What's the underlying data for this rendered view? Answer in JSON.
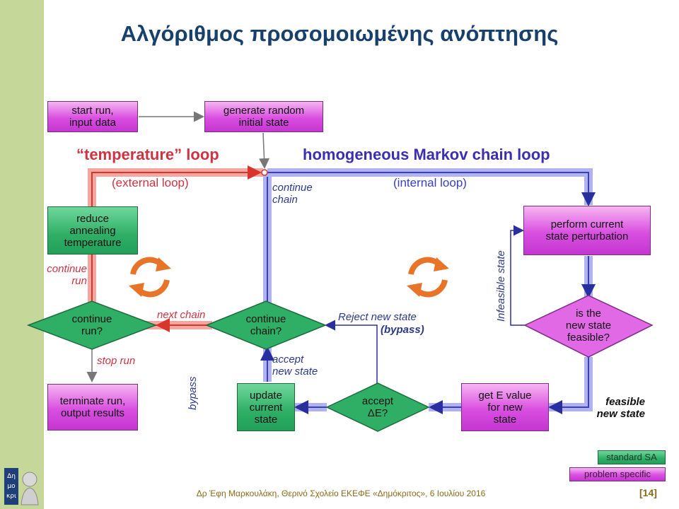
{
  "title": "Αλγόριθμος προσομοιωμένης ανόπτησης",
  "boxes": {
    "start_run": "start run,\ninput data",
    "generate_random": "generate random\ninitial state",
    "reduce_temp": "reduce\nannealing\ntemperature",
    "perturbation": "perform current\nstate perturbation",
    "terminate": "terminate run,\noutput results",
    "update_state": "update\ncurrent\nstate",
    "get_e": "get E value\nfor new\nstate"
  },
  "diamonds": {
    "continue_run": "continue\nrun?",
    "continue_chain": "continue\nchain?",
    "feasible": "is the\nnew state\nfeasible?",
    "accept": "accept\nΔE?"
  },
  "labels": {
    "temperature_loop": "“temperature” loop",
    "external_loop": "(external loop)",
    "markov_loop": "homogeneous Markov chain loop",
    "internal_loop": "(internal loop)",
    "continue_chain_top": "continue\nchain",
    "continue_run_side": "continue\nrun",
    "next_chain": "next chain",
    "stop_run": "stop run",
    "reject_new_state": "Reject new state",
    "bypass_paren": "(bypass)",
    "accept_new_state": "accept\nnew state",
    "bypass_vertical": "bypass",
    "infeasible_state": "Infeasible state",
    "feasible_new_state": "feasible\nnew state"
  },
  "legend": {
    "standard": "standard SA",
    "problem": "problem specific"
  },
  "footer": "Δρ Έφη Μαρκουλάκη, Θερινό Σχολείο ΕΚΕΦΕ «Δημόκριτος», 6 Ιουλίου 2016",
  "slide_number": "[14]",
  "colors": {
    "red_loop": "#e8473f",
    "blue_loop": "#5c5fd6",
    "green_box": "#2fae66",
    "pink_box": "#d94fe0",
    "cycle_icon": "#e8742a",
    "title": "#17406d"
  }
}
